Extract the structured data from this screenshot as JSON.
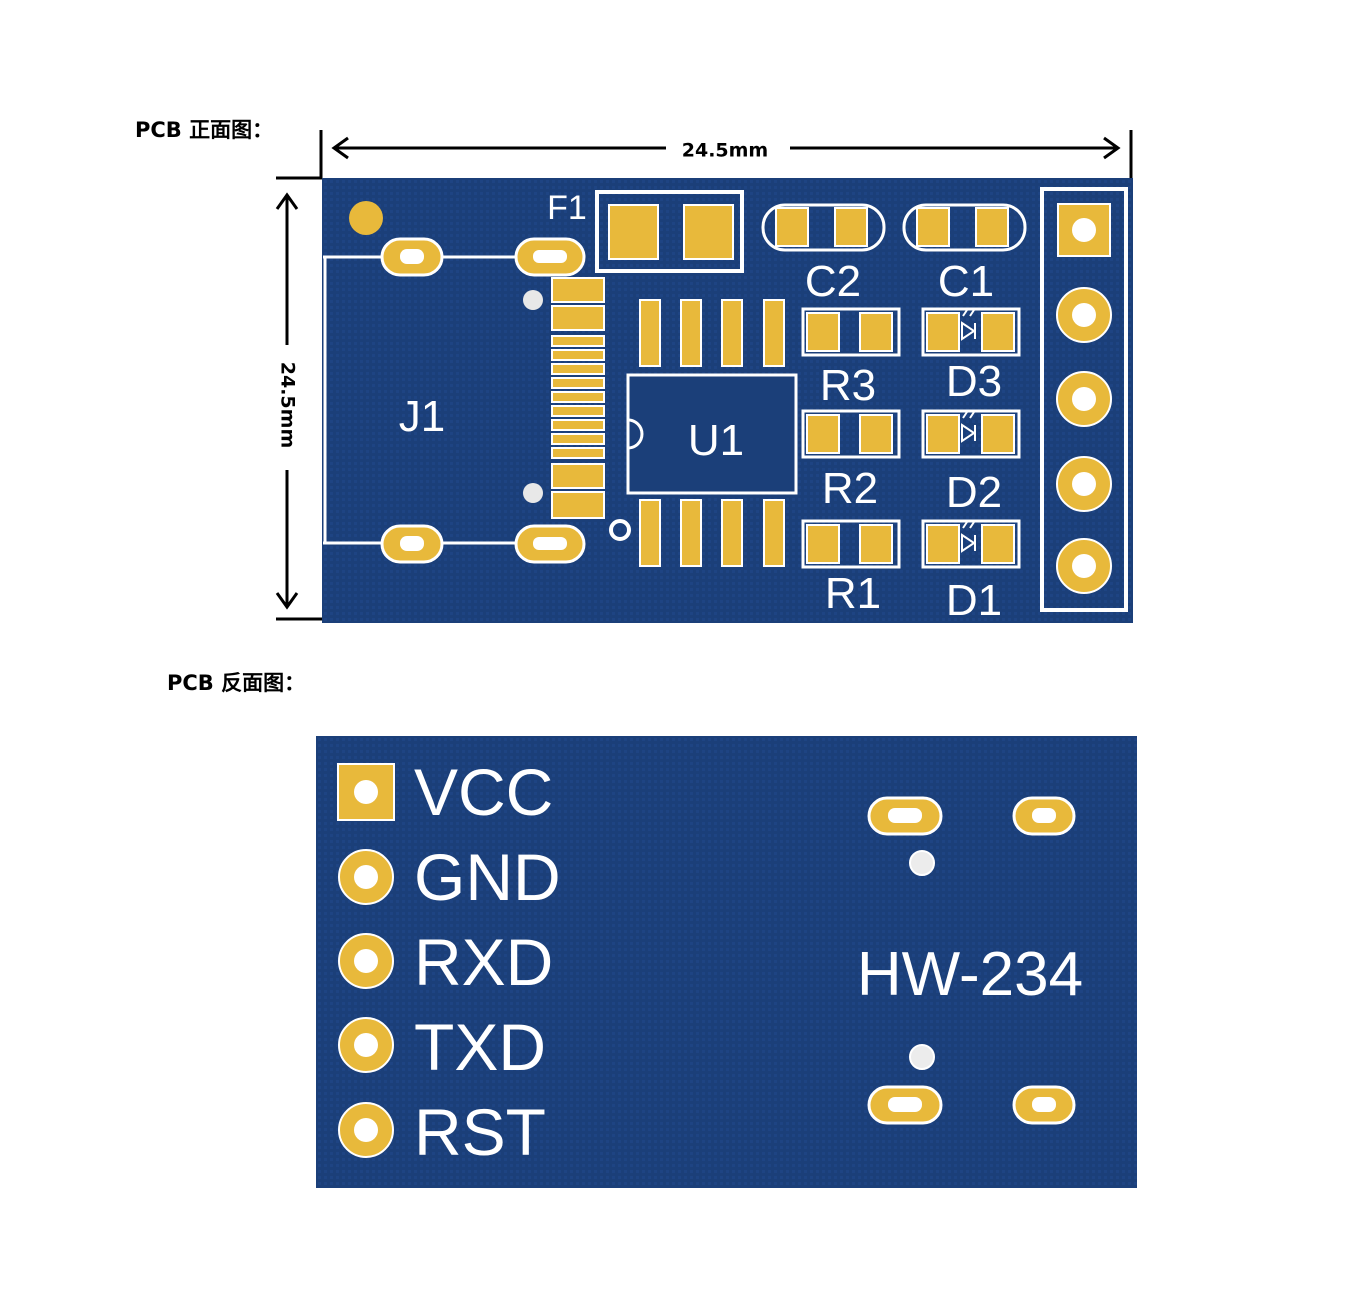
{
  "front_title": "PCB 正面图：",
  "back_title": "PCB 反面图：",
  "dimensions": {
    "width": "24.5mm",
    "height": "24.5mm"
  },
  "front_labels": {
    "F1": "F1",
    "C2": "C2",
    "C1": "C1",
    "R3": "R3",
    "D3": "D3",
    "J1": "J1",
    "U1": "U1",
    "R2": "R2",
    "D2": "D2",
    "R1": "R1",
    "D1": "D1"
  },
  "back_pins": [
    "VCC",
    "GND",
    "RXD",
    "TXD",
    "RST"
  ],
  "back_model": "HW-234",
  "colors": {
    "board": "#1b3f79",
    "copper": "#e8b93b",
    "silkscreen": "#ffffff"
  }
}
